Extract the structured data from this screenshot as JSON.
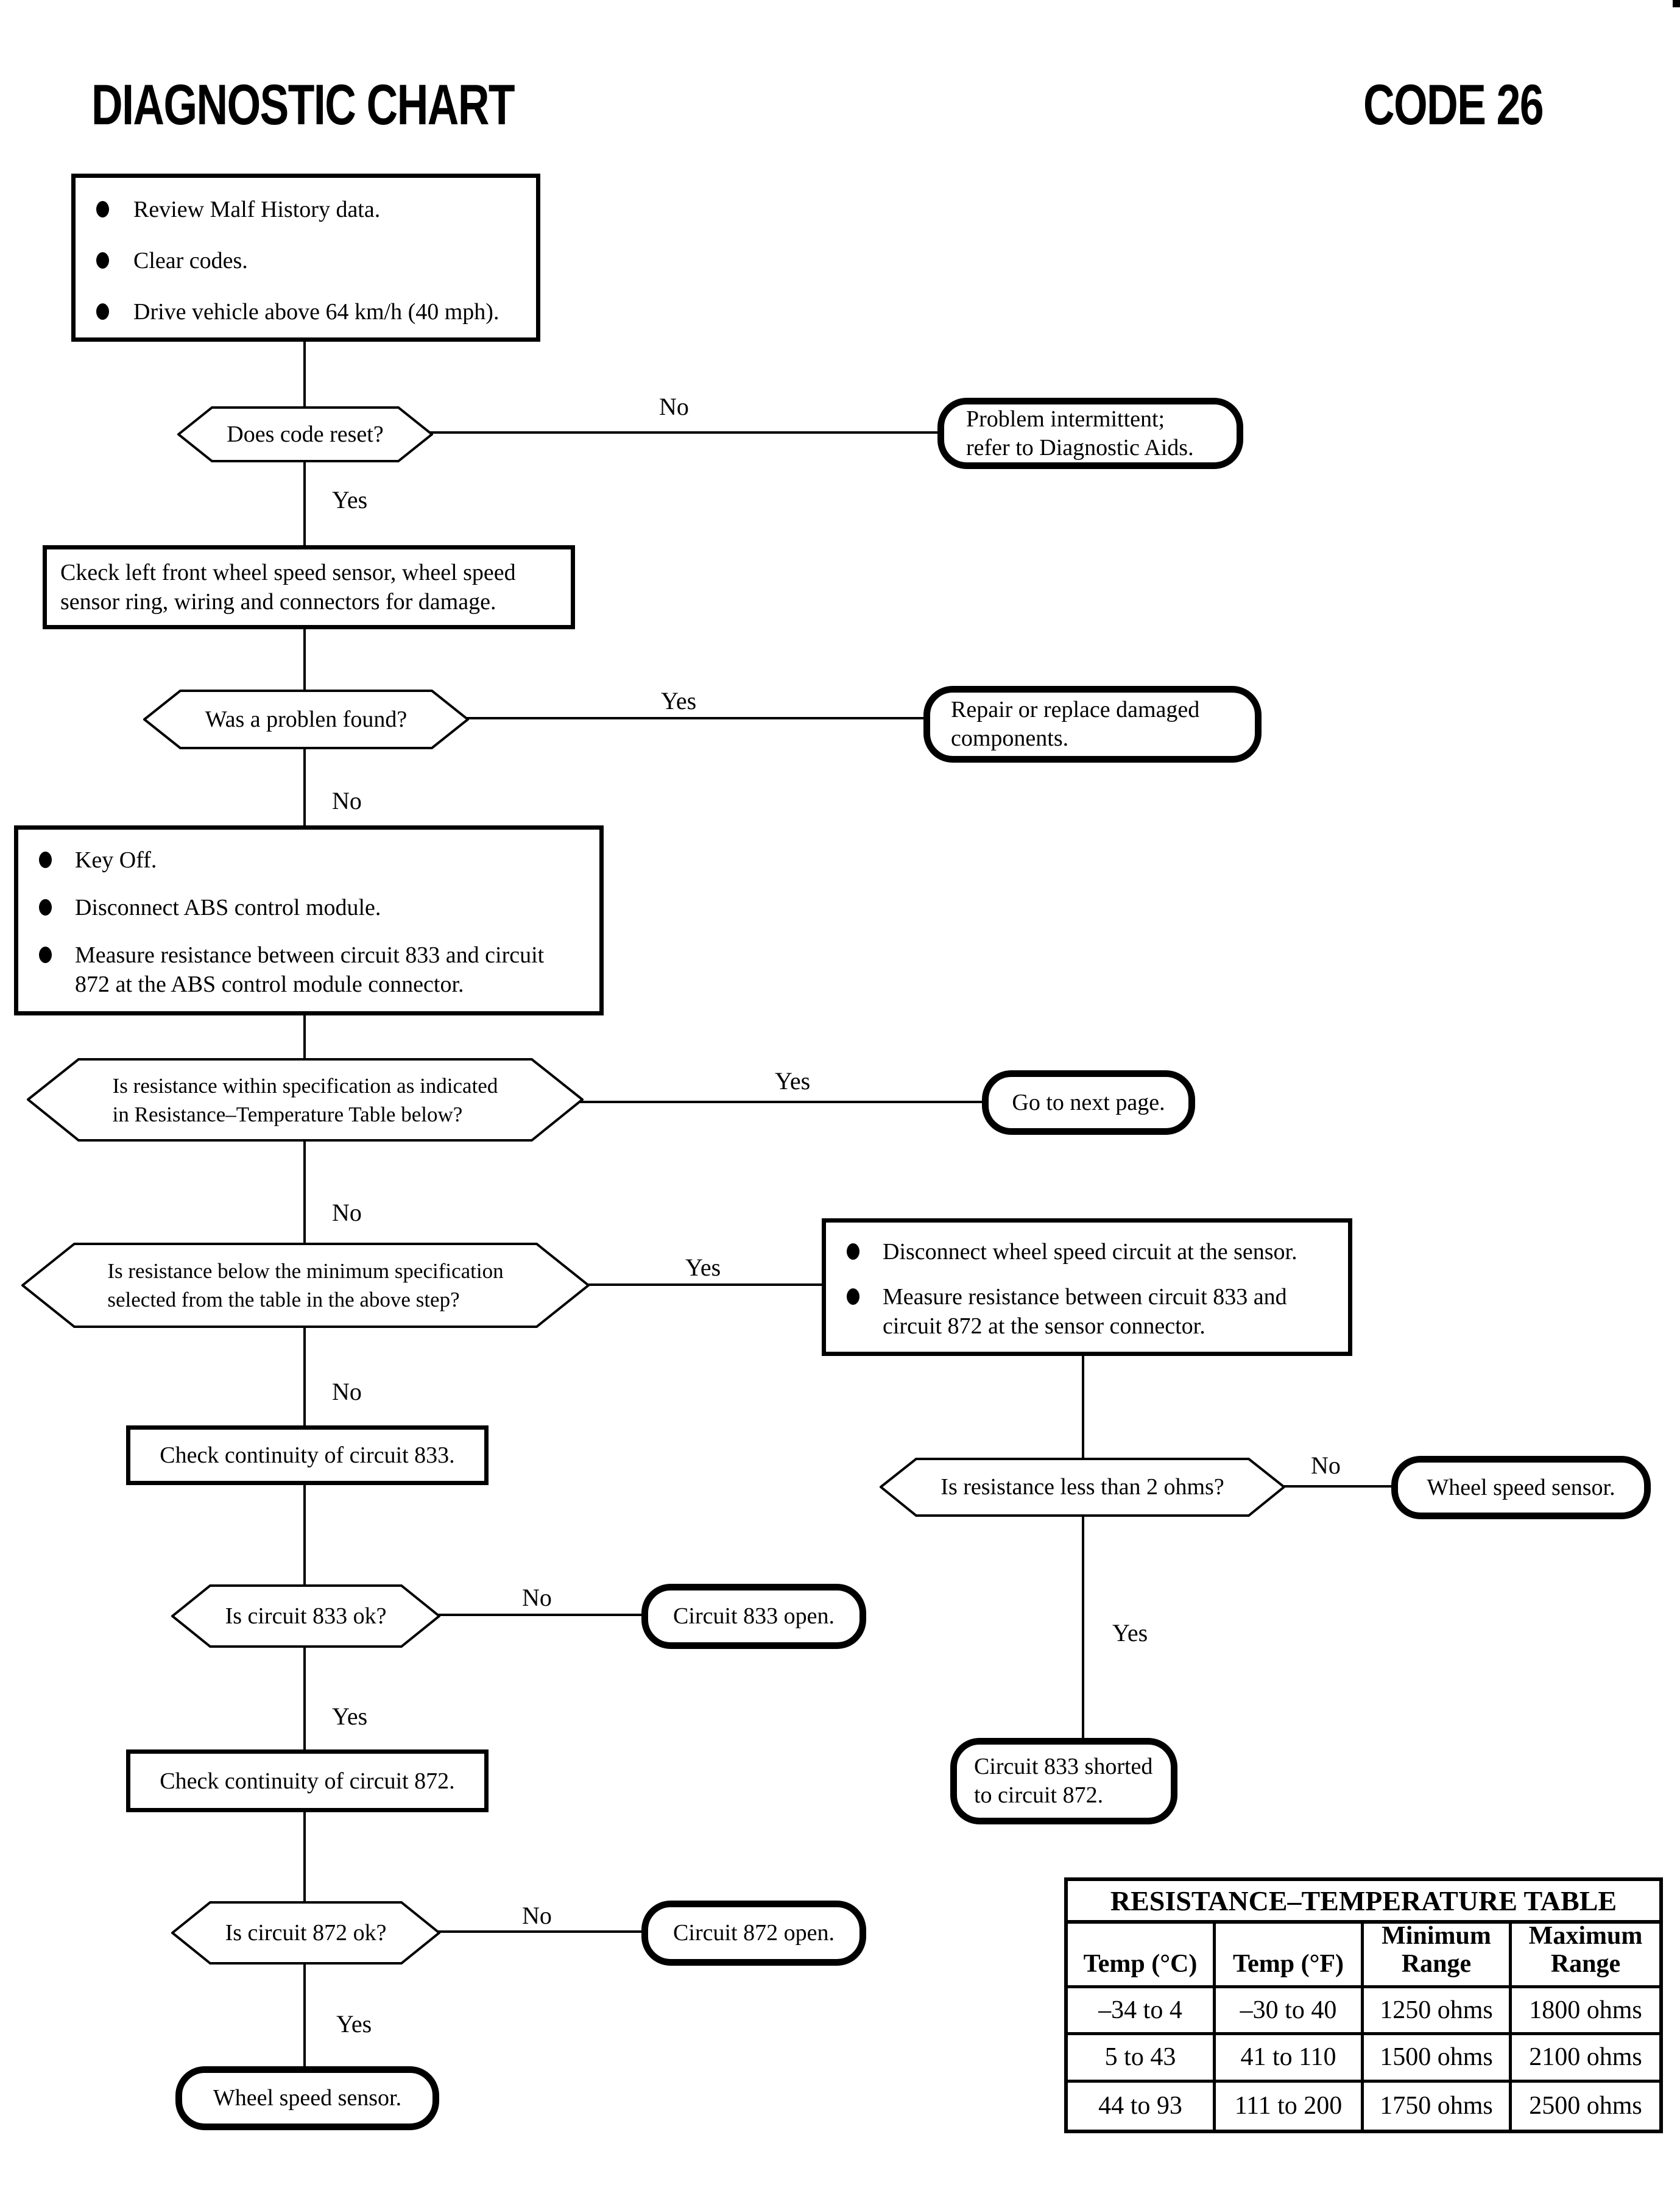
{
  "page": {
    "title": "DIAGNOSTIC CHART",
    "code": "CODE 26"
  },
  "flowchart": {
    "start_box": {
      "bullets": [
        "Review Malf History data.",
        "Clear codes.",
        "Drive vehicle above 64 km/h (40 mph)."
      ]
    },
    "does_code_reset": {
      "question": "Does code reset?",
      "no": "No",
      "yes": "Yes"
    },
    "problem_intermittent": {
      "text": "Problem intermittent;\nrefer to Diagnostic Aids."
    },
    "check_sensor_box": {
      "text": "Ckeck left front wheel speed sensor, wheel speed\nsensor ring, wiring and connectors for damage."
    },
    "was_problem_found": {
      "question": "Was a problen found?",
      "yes": "Yes",
      "no": "No"
    },
    "repair_replace": {
      "text": "Repair or replace damaged\ncomponents."
    },
    "key_off_box": {
      "bullets": [
        "Key Off.",
        "Disconnect ABS control module.",
        "Measure resistance between circuit 833 and circuit\n872 at the ABS control module connector."
      ]
    },
    "resistance_within_spec": {
      "question": "Is resistance within specification as indicated\nin Resistance–Temperature Table below?",
      "yes": "Yes",
      "no": "No"
    },
    "go_to_next_page": {
      "text": "Go to next page."
    },
    "resistance_below_minimum": {
      "question": "Is resistance below the minimum specification\nselected from the table in the above step?",
      "yes": "Yes",
      "no": "No"
    },
    "disconnect_sensor_box": {
      "bullets": [
        "Disconnect wheel speed circuit at the sensor.",
        "Measure resistance between circuit 833 and\ncircuit 872 at the sensor connector."
      ]
    },
    "check_circuit_833": {
      "text": "Check continuity of circuit 833."
    },
    "resistance_less_than_2": {
      "question": "Is resistance less than 2 ohms?",
      "no": "No",
      "yes": "Yes"
    },
    "wheel_speed_sensor_right": {
      "text": "Wheel speed sensor."
    },
    "is_circuit_833_ok": {
      "question": "Is circuit 833 ok?",
      "no": "No",
      "yes": "Yes"
    },
    "circuit_833_open": {
      "text": "Circuit 833 open."
    },
    "check_circuit_872": {
      "text": "Check continuity of circuit 872."
    },
    "circuit_833_shorted": {
      "text": "Circuit 833 shorted\nto circuit 872."
    },
    "is_circuit_872_ok": {
      "question": "Is circuit 872 ok?",
      "no": "No",
      "yes": "Yes"
    },
    "circuit_872_open": {
      "text": "Circuit 872 open."
    },
    "wheel_speed_sensor_bottom": {
      "text": "Wheel speed sensor."
    }
  },
  "table": {
    "title": "RESISTANCE–TEMPERATURE TABLE",
    "headers": [
      "Temp (°C)",
      "Temp (°F)",
      "Minimum\nRange",
      "Maximum\nRange"
    ],
    "rows": [
      [
        "–34 to 4",
        "–30 to 40",
        "1250 ohms",
        "1800 ohms"
      ],
      [
        "5 to 43",
        "41 to 110",
        "1500 ohms",
        "2100 ohms"
      ],
      [
        "44 to 93",
        "111 to 200",
        "1750 ohms",
        "2500 ohms"
      ]
    ]
  }
}
